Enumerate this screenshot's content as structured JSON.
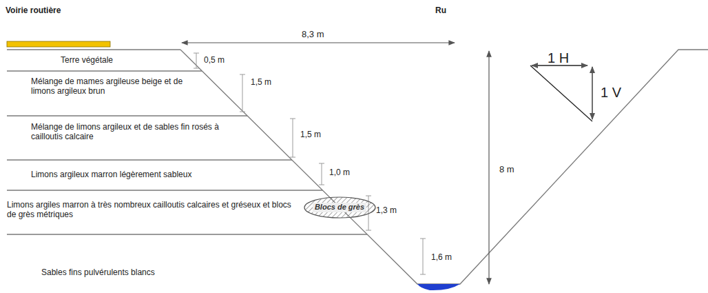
{
  "diagram": {
    "nodes": [
      {
        "text": [
          "Blocs de grès"
        ]
      }
    ],
    "labels": [
      "Voirie routière",
      "Ru",
      "8,3 m",
      "1 H",
      "1 V",
      "Terre végétale",
      "0,5 m",
      "Mélange de mames argileuse beige et de limons argileux brun",
      "1,5 m",
      "Mélange de limons argileux et de sables fin rosés à cailloutis calcaire",
      "1,5 m",
      "Limons argileux marron légèrement sableux",
      "1,0 m",
      "Limons argiles marron à très nombreux cailloutis calcaires et gréseux et blocs de grès métriques",
      "1,3 m",
      "8 m",
      "1,6 m",
      "Sables fins pulvérulents blancs"
    ]
  }
}
